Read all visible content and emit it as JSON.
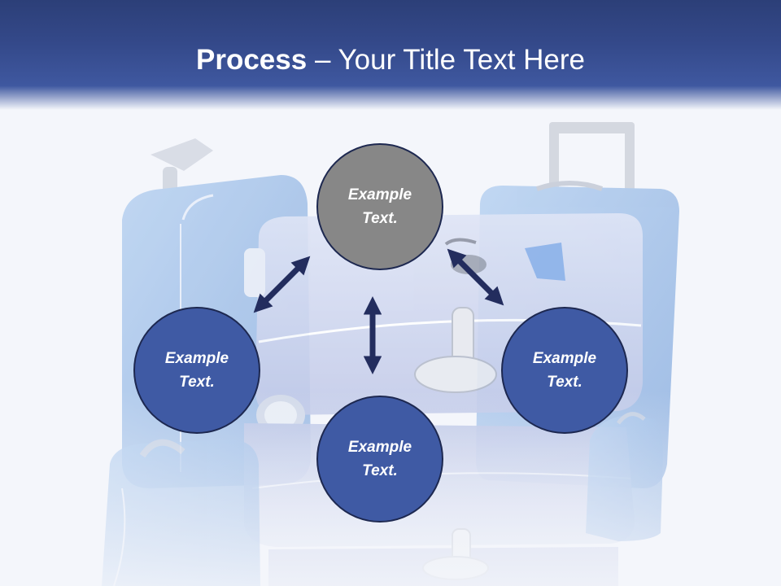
{
  "slide": {
    "title_bold": "Process",
    "title_rest": " – Your Title Text Here"
  },
  "diagram": {
    "nodes": [
      {
        "id": "top",
        "text": "Example Text.",
        "color": "#878787"
      },
      {
        "id": "left",
        "text": "Example Text.",
        "color": "#3f5aa4"
      },
      {
        "id": "right",
        "text": "Example Text.",
        "color": "#3f5aa4"
      },
      {
        "id": "bottom",
        "text": "Example Text.",
        "color": "#3f5aa4"
      }
    ],
    "arrow_color": "#232d5e"
  },
  "theme": {
    "title_bar": "#34498a",
    "background": "#f4f6fb",
    "luggage_tint": "#a9c3ea"
  }
}
